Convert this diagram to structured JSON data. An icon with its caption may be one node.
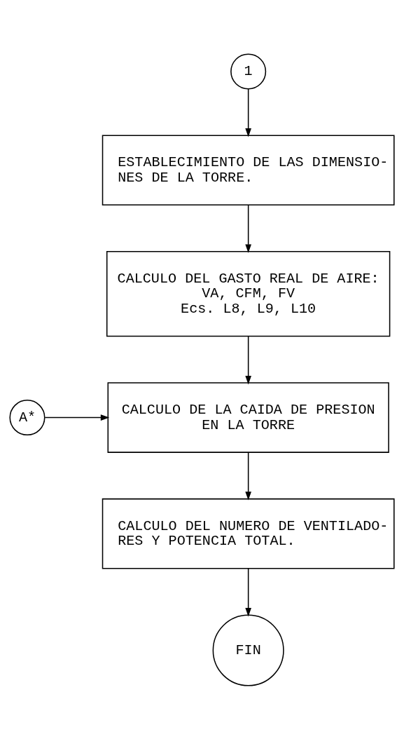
{
  "diagram": {
    "nodes": [
      {
        "text": [
          "1"
        ]
      },
      {
        "text": [
          "ESTABLECIMIENTO DE LAS DIMENSIO- NES DE LA TORRE."
        ]
      },
      {
        "text": [
          "CALCULO DEL GASTO REAL DE AIRE:",
          "VA, CFM, FV",
          "Ecs. L8, L9, L10"
        ]
      },
      {
        "text": [
          "A*"
        ]
      },
      {
        "text": [
          "CALCULO DE LA CAIDA DE PRESION EN LA TORRE"
        ]
      },
      {
        "text": [
          "CALCULO DEL NUMERO DE VENTILADO- RES Y POTENCIA TOTAL."
        ]
      },
      {
        "text": [
          "FIN"
        ]
      }
    ],
    "edges": [
      {
        "from": 0,
        "to": 1,
        "arrow": "to"
      },
      {
        "from": 1,
        "to": 2,
        "arrow": "to"
      },
      {
        "from": 2,
        "to": 4,
        "arrow": "to"
      },
      {
        "from": 3,
        "to": 4,
        "arrow": "to"
      },
      {
        "from": 4,
        "to": 5,
        "arrow": "to"
      },
      {
        "from": 5,
        "to": 6,
        "arrow": "to"
      }
    ]
  }
}
